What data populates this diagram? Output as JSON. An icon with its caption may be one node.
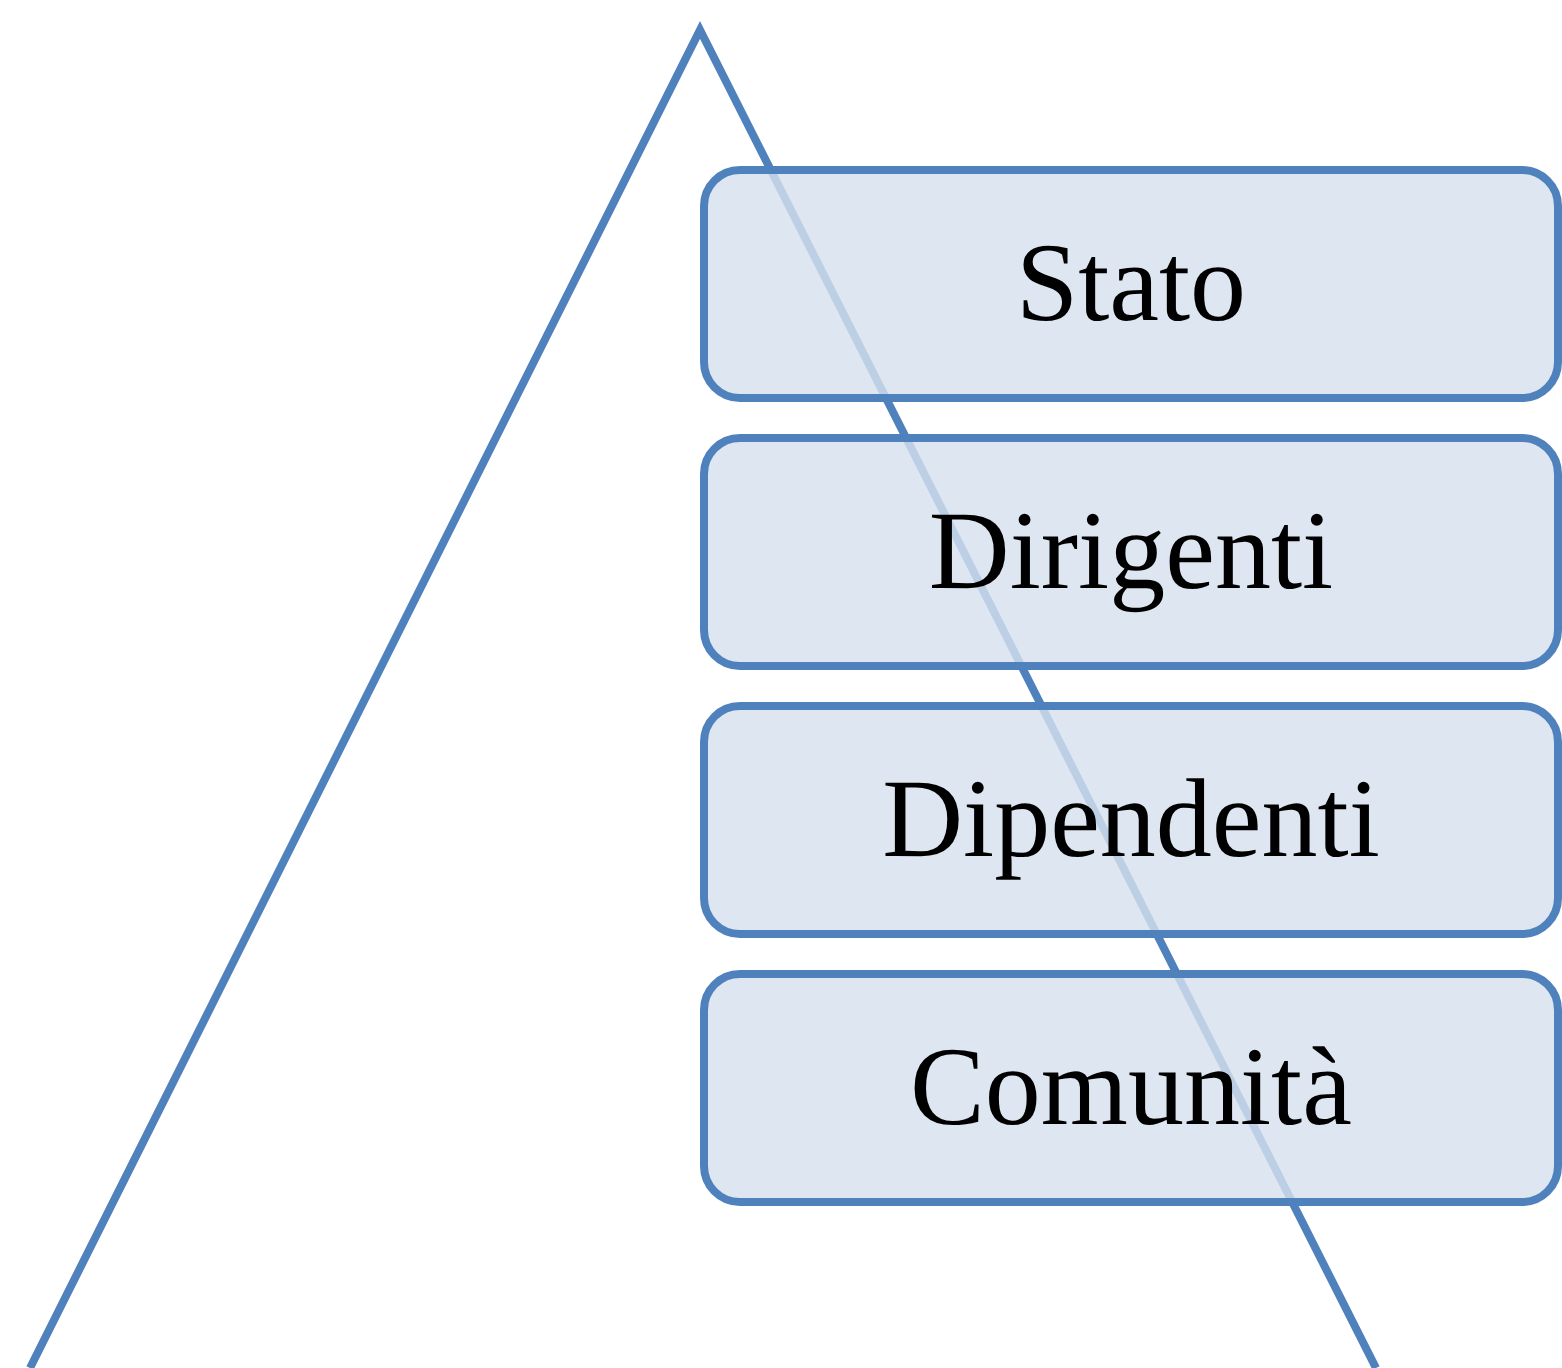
{
  "diagram": {
    "nodes": [
      {
        "text": [
          "Stato"
        ]
      },
      {
        "text": [
          "Dirigenti"
        ]
      },
      {
        "text": [
          "Dipendenti"
        ]
      },
      {
        "text": [
          "Comunità"
        ]
      }
    ]
  }
}
